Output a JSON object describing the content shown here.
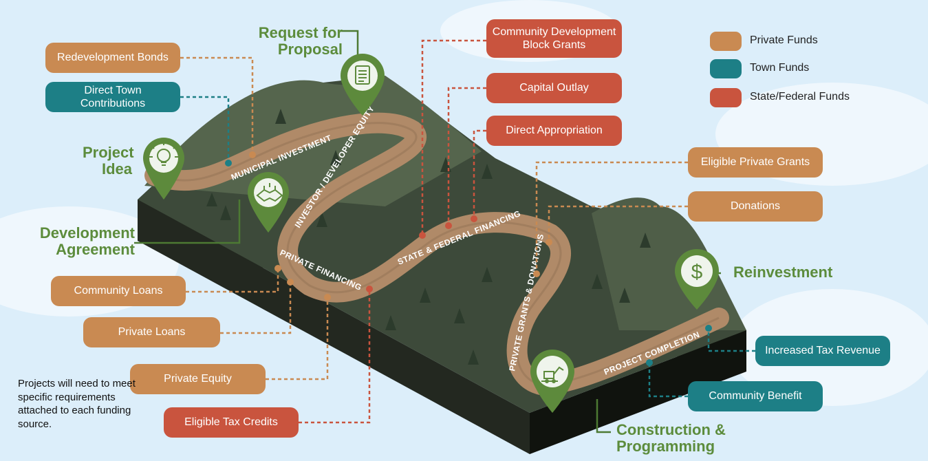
{
  "legend": [
    {
      "label": "Private Funds",
      "color": "#c98a52"
    },
    {
      "label": "Town Funds",
      "color": "#1d7f86"
    },
    {
      "label": "State/Federal Funds",
      "color": "#c9543e"
    }
  ],
  "stages": {
    "project_idea": "Project Idea",
    "request_for_proposal": "Request for Proposal",
    "development_agreement": "Development Agreement",
    "reinvestment": "Reinvestment",
    "construction": "Construction & Programming"
  },
  "road_segments": {
    "municipal": "MUNICIPAL INVESTMENT",
    "investor": "INVESTOR / DEVELOPER EQUITY",
    "private_financing": "PRIVATE FINANCING",
    "state_federal": "STATE & FEDERAL FINANCING",
    "grants_donations": "PRIVATE GRANTS & DONATIONS",
    "completion": "PROJECT COMPLETION"
  },
  "funding_sources": {
    "redevelopment_bonds": "Redevelopment Bonds",
    "direct_town_contributions": "Direct Town Contributions",
    "community_loans": "Community Loans",
    "private_loans": "Private Loans",
    "private_equity": "Private Equity",
    "eligible_tax_credits": "Eligible Tax Credits",
    "cdbg_line1": "Community Development",
    "cdbg_line2": "Block Grants",
    "capital_outlay": "Capital Outlay",
    "direct_appropriation": "Direct Appropriation",
    "eligible_private_grants": "Eligible Private Grants",
    "donations": "Donations",
    "increased_tax_revenue": "Increased Tax Revenue",
    "community_benefit": "Community Benefit"
  },
  "note": "Projects will need to meet specific requirements attached to each funding source.",
  "icons": {
    "project_idea": "lightbulb-icon",
    "request_for_proposal": "document-icon",
    "development_agreement": "handshake-icon",
    "reinvestment": "dollar-icon",
    "construction": "construction-icon"
  }
}
